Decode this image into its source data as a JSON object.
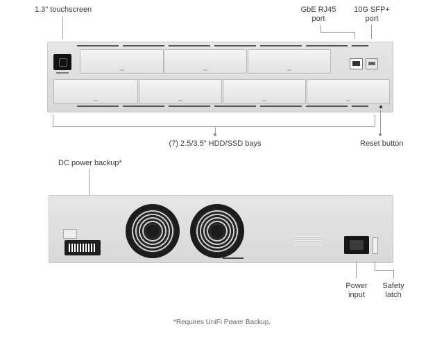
{
  "labels": {
    "touchscreen": "1.3\" touchscreen",
    "rj45_l1": "GbE RJ45",
    "rj45_l2": "port",
    "sfp_l1": "10G SFP+",
    "sfp_l2": "port",
    "bays": "(7) 2.5/3.5\" HDD/SSD bays",
    "reset": "Reset button",
    "dc_power": "DC power backup*",
    "power_l1": "Power",
    "power_l2": "input",
    "latch_l1": "Safety",
    "latch_l2": "latch"
  },
  "footnote": "*Requires UniFi Power Backup."
}
